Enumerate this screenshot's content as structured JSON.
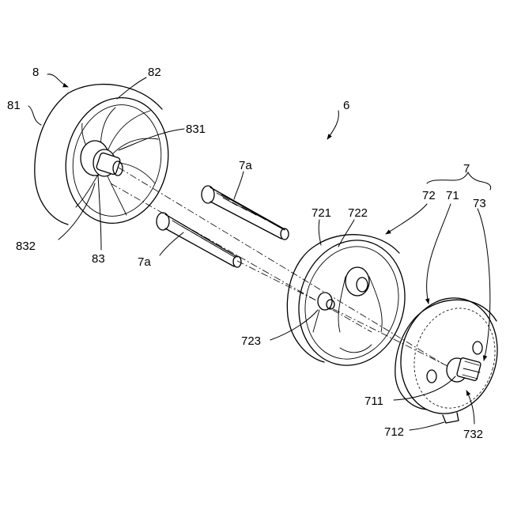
{
  "labels": {
    "l8": "8",
    "l82": "82",
    "l81": "81",
    "l831": "831",
    "l6": "6",
    "l7a_top": "7a",
    "l7": "7",
    "l72": "72",
    "l71": "71",
    "l73": "73",
    "l721": "721",
    "l722": "722",
    "l832": "832",
    "l83": "83",
    "l7a_bottom": "7a",
    "l723": "723",
    "l711": "711",
    "l712": "712",
    "l732": "732"
  }
}
